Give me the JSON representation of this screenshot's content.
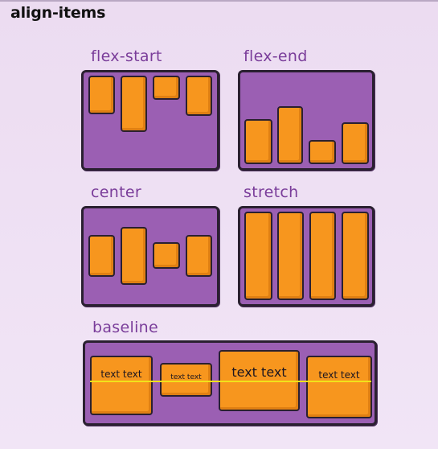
{
  "title": "align-items",
  "panels": {
    "flex_start": "flex-start",
    "flex_end": "flex-end",
    "center": "center",
    "stretch": "stretch",
    "baseline": "baseline"
  },
  "baseline_items": [
    "text text",
    "text text",
    "text text",
    "text text"
  ],
  "colors": {
    "container": "#9b5fb3",
    "item": "#f7961e",
    "label": "#7a3d9a",
    "baseline_marker": "#f2e21a",
    "background": "#ecdcf1"
  }
}
